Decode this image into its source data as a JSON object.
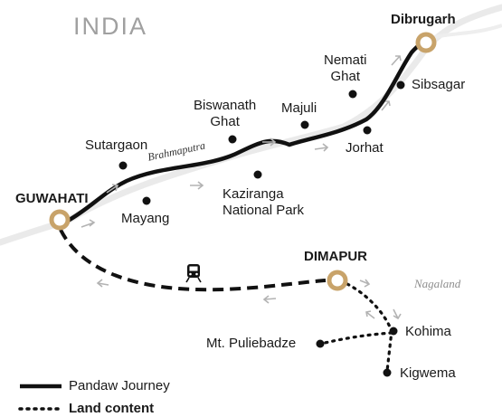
{
  "map": {
    "country_label": "INDIA",
    "region_label": "Nagaland",
    "river_label": "Brahmaputra"
  },
  "colors": {
    "journey_line": "#111111",
    "hub_ring": "#c8a36a",
    "river": "#e6e6e6",
    "arrow": "#b3b3b3",
    "country_text": "#a0a0a0"
  },
  "places": {
    "dibrugarh": "Dibrugarh",
    "nemati": "Nemati\nGhat",
    "sibsagar": "Sibsagar",
    "majuli": "Majuli",
    "jorhat": "Jorhat",
    "biswanath": "Biswanath\nGhat",
    "sutargaon": "Sutargaon",
    "kaziranga": "Kaziranga\nNational Park",
    "guwahati": "GUWAHATI",
    "mayang": "Mayang",
    "dimapur": "DIMAPUR",
    "kohima": "Kohima",
    "puliebadze": "Mt. Puliebadze",
    "kigwema": "Kigwema"
  },
  "icons": {
    "train": "train-icon"
  },
  "legend": {
    "journey": "Pandaw Journey",
    "land": "Land content"
  }
}
